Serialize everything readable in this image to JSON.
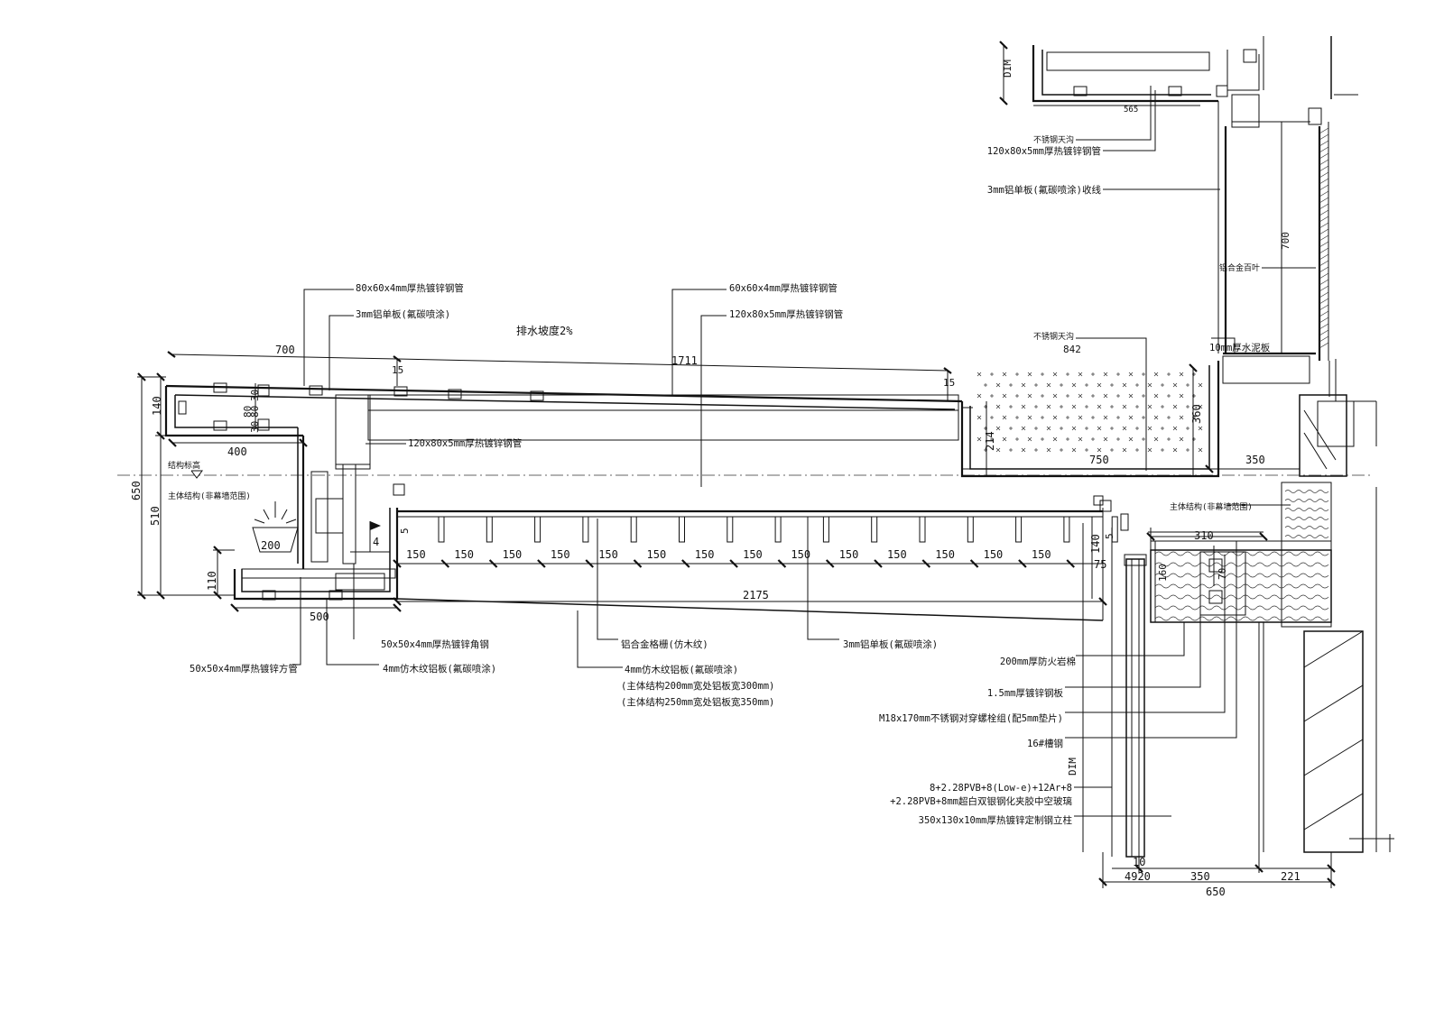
{
  "labels": {
    "steel_tube_80x60": "80x60x4mm厚热镀锌钢管",
    "al_3mm_top": "3mm铝单板(氟碳喷涂)",
    "drain_slope": "排水坡度2%",
    "steel_tube_60x60": "60x60x4mm厚热镀锌钢管",
    "steel_tube_120x80_right": "120x80x5mm厚热镀锌钢管",
    "steel_tube_120x80_mid": "120x80x5mm厚热镀锌钢管",
    "struct_level": "结构标高",
    "main_struct_left": "主体结构(非幕墙范围)",
    "main_struct_right": "主体结构(非幕墙范围)",
    "angle_50x50": "50x50x4mm厚热镀锌角钢",
    "square_50x50": "50x50x4mm厚热镀锌方管",
    "al_wood_4mm": "4mm仿木纹铝板(氟碳喷涂)",
    "al_grille": "铝合金格栅(仿木纹)",
    "al_wood_4mm_b": "4mm仿木纹铝板(氟碳喷涂)",
    "note_200": "(主体结构200mm宽处铝板宽300mm)",
    "note_250": "(主体结构250mm宽处铝板宽350mm)",
    "al_3mm_bottom": "3mm铝单板(氟碳喷涂)",
    "fire_rock": "200mm厚防火岩棉",
    "galv_sheet": "1.5mm厚镀锌钢板",
    "bolt": "M18x170mm不锈钢对穿螺栓组(配5mm垫片)",
    "channel": "16#槽钢",
    "glass_1": "8+2.28PVB+8(Low-e)+12Ar+8",
    "glass_2": "+2.28PVB+8mm超白双银钢化夹胶中空玻璃",
    "steel_col": "350x130x10mm厚热镀锌定制钢立柱",
    "ss_gutter_top": "不锈钢天沟",
    "tube_120_top": "120x80x5mm厚热镀锌钢管",
    "al_line_top": "3mm铝单板(氟碳喷涂)收线",
    "al_louver": "铝合金百叶",
    "ss_gutter_mid": "不锈钢天沟",
    "cement_board": "10mm厚水泥板",
    "dim_tag_top": "DIM",
    "dim_tag_bottom": "DIM"
  },
  "dims": {
    "d700": "700",
    "d1711": "1711",
    "d15a": "15",
    "d15b": "15",
    "d140": "140",
    "d80a": "80",
    "d80b": "80",
    "d30a": "30",
    "d30b": "30",
    "d400": "400",
    "d650v": "650",
    "d510": "510",
    "d110": "110",
    "d200": "200",
    "d500": "500",
    "d4": "4",
    "d5a": "5",
    "d5b": "5",
    "d2175": "2175",
    "d140b": "140",
    "d75": "75",
    "d214": "214",
    "d750": "750",
    "d360": "360",
    "d350a": "350",
    "d842": "842",
    "d310": "310",
    "d160": "160",
    "d70": "70",
    "d700v": "700",
    "d565": "565",
    "d10": "10",
    "d4920": "4920",
    "d350b": "350",
    "d221": "221",
    "d650h": "650",
    "spacing": [
      "150",
      "150",
      "150",
      "150",
      "150",
      "150",
      "150",
      "150",
      "150",
      "150",
      "150",
      "150",
      "150",
      "150"
    ]
  }
}
